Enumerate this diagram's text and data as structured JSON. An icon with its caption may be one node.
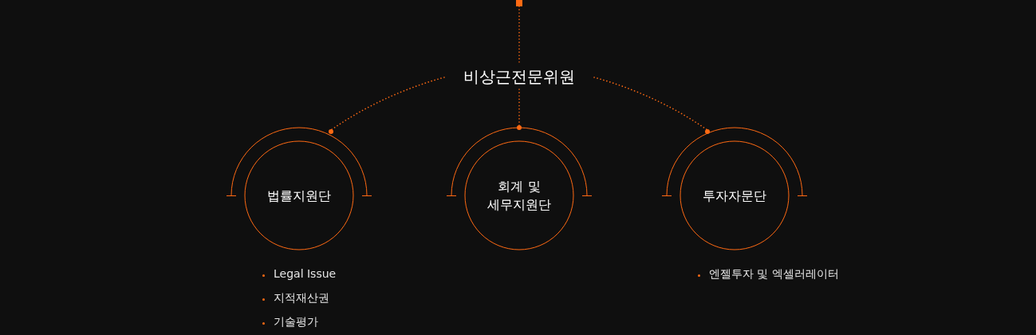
{
  "diagram": {
    "nodes": [
      {
        "text": [],
        "shape": "box"
      },
      {
        "text": [
          "비상근전문위원"
        ]
      },
      {
        "text": [
          "법률지원단"
        ],
        "beside": [
          "Legal Issue",
          "지적재산권",
          "기술평가"
        ]
      },
      {
        "text": [
          "회계 및 세무지원단"
        ]
      },
      {
        "text": [
          "투자자문단"
        ],
        "beside": [
          "엔젤투자 및 엑셀러레이터"
        ]
      }
    ],
    "edges": [
      {
        "from": 0,
        "to": 1,
        "arrow": "none",
        "style": "dashed"
      },
      {
        "from": 1,
        "to": 2,
        "arrow": "none",
        "style": "dashed"
      },
      {
        "from": 1,
        "to": 3,
        "arrow": "none",
        "style": "dashed"
      },
      {
        "from": 1,
        "to": 4,
        "arrow": "none",
        "style": "dashed"
      }
    ]
  }
}
